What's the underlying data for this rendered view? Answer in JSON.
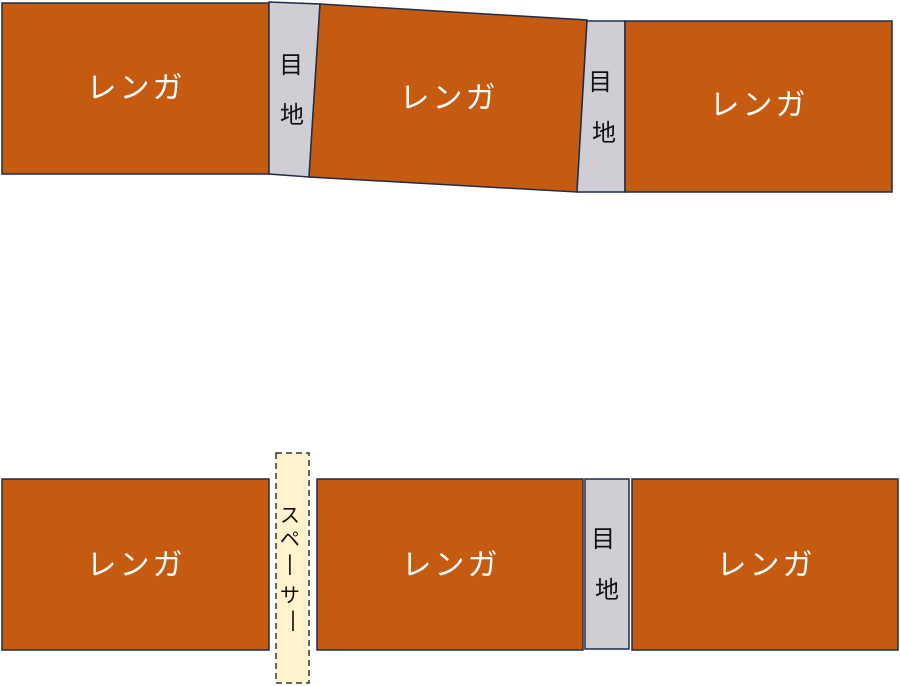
{
  "top_row": {
    "brick_1": "レンガ",
    "joint_1": "目地",
    "brick_2": "レンガ",
    "joint_2": "目地",
    "brick_3": "レンガ"
  },
  "bottom_row": {
    "brick_1": "レンガ",
    "spacer": "スペーサー",
    "brick_2": "レンガ",
    "joint": "目地",
    "brick_3": "レンガ"
  },
  "colors": {
    "brick": "#c55a11",
    "joint": "#d0ced5",
    "spacer": "#fff2cc",
    "outline": "#1f2d4a"
  }
}
